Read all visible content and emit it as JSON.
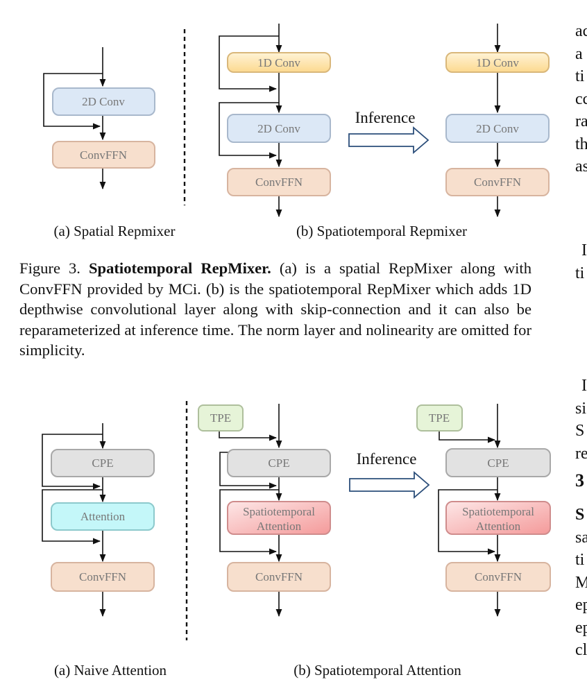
{
  "figure3": {
    "panel_a": {
      "caption": "(a) Spatial Repmixer",
      "boxes": [
        "2D Conv",
        "ConvFFN"
      ]
    },
    "panel_b": {
      "caption": "(b) Spatiotemporal Repmixer",
      "boxes": [
        "1D Conv",
        "2D Conv",
        "ConvFFN"
      ],
      "inference_label": "Inference",
      "right_boxes": [
        "1D Conv",
        "2D Conv",
        "ConvFFN"
      ]
    },
    "caption": {
      "label": "Figure 3.",
      "title": "Spatiotemporal RepMixer.",
      "text": "(a) is a spatial RepMixer along with ConvFFN provided by MCi. (b) is the spatiotemporal RepMixer which adds 1D depthwise convolutional layer along with skip-connection and it can also be reparameterized at inference time. The norm layer and nolinearity are omitted for simplicity."
    }
  },
  "figure4": {
    "panel_a": {
      "caption": "(a) Naive Attention",
      "boxes": [
        "CPE",
        "Attention",
        "ConvFFN"
      ]
    },
    "panel_b": {
      "caption": "(b) Spatiotemporal Attention",
      "tpe": "TPE",
      "boxes": [
        "CPE",
        "Spatiotemporal",
        "Attention",
        "ConvFFN"
      ],
      "inference_label": "Inference",
      "right_tpe": "TPE",
      "right_boxes": [
        "CPE",
        "Spatiotemporal",
        "Attention",
        "ConvFFN"
      ]
    }
  },
  "right_column_fragments": {
    "block1": [
      "ac",
      "a",
      "ti",
      "cc",
      "ra",
      "th",
      "as"
    ],
    "block2": [
      "I",
      "ti"
    ],
    "block3": [
      "I",
      "si",
      "S",
      "re"
    ],
    "heading": "3",
    "block4_bold": "S",
    "block4": [
      "sa",
      "ti",
      "M",
      "ep",
      "ep",
      "cl"
    ]
  },
  "colors": {
    "conv1d_top": "#fff3d6",
    "conv1d_bottom": "#fcd98f",
    "conv1d_stroke": "#d9b77a",
    "conv2d": "#dce8f6",
    "conv2d_stroke": "#a8b8cc",
    "convffn": "#f7dfcd",
    "convffn_stroke": "#d7b49f",
    "cpe": "#e2e2e2",
    "cpe_stroke": "#a8a8a8",
    "attention": "#c4f7f9",
    "attention_stroke": "#8cc9cc",
    "spatiotemporal_top": "#fde7e7",
    "spatiotemporal_bottom": "#f49a9a",
    "spatiotemporal_stroke": "#cf8c8c",
    "tpe": "#e6f4d8",
    "tpe_stroke": "#aebf9c"
  }
}
